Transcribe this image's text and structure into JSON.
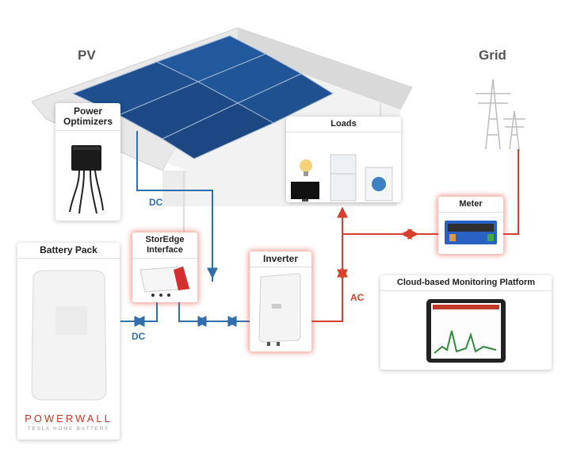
{
  "labels": {
    "pv": "PV",
    "grid": "Grid"
  },
  "components": {
    "power_optimizers": "Power Optimizers",
    "loads": "Loads",
    "meter": "Meter",
    "battery_pack": "Battery Pack",
    "storedge_interface": "StorEdge Interface",
    "inverter": "Inverter",
    "cloud_monitoring": "Cloud-based Monitoring Platform"
  },
  "flows": {
    "dc_top": "DC",
    "dc_bottom": "DC",
    "ac": "AC"
  },
  "battery": {
    "brand": "POWERWALL",
    "subtitle": "TESLA HOME BATTERY"
  },
  "colors": {
    "dc_line": "#2f6fae",
    "ac_line": "#d8402e",
    "solar_panel": "#1f4f8f",
    "roof": "#e6e6e6"
  }
}
